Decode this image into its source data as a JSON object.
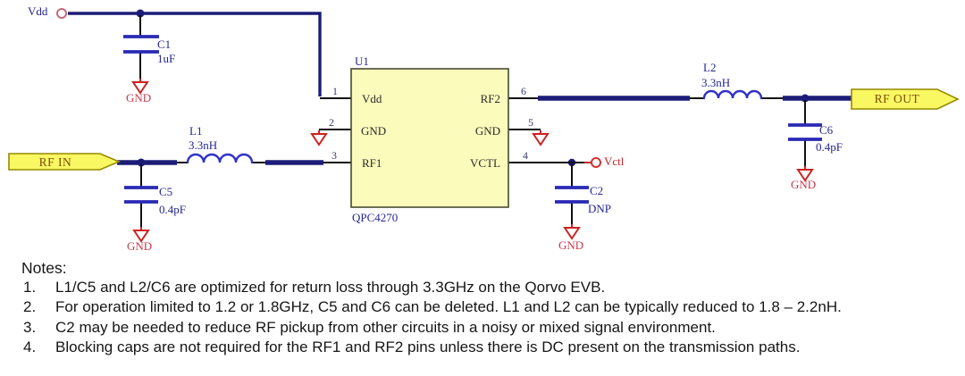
{
  "schematic": {
    "vdd_label": "Vdd",
    "gnd_label": "GND",
    "vctl_label": "Vctl",
    "ports": {
      "rf_in": "RF IN",
      "rf_out": "RF OUT"
    },
    "u1": {
      "ref": "U1",
      "part": "QPC4270",
      "pins": {
        "p1": {
          "num": "1",
          "name": "Vdd"
        },
        "p2": {
          "num": "2",
          "name": "GND"
        },
        "p3": {
          "num": "3",
          "name": "RF1"
        },
        "p4": {
          "num": "4",
          "name": "VCTL"
        },
        "p5": {
          "num": "5",
          "name": "GND"
        },
        "p6": {
          "num": "6",
          "name": "RF2"
        }
      }
    },
    "c1": {
      "ref": "C1",
      "value": "1uF"
    },
    "c5": {
      "ref": "C5",
      "value": "0.4pF"
    },
    "c6": {
      "ref": "C6",
      "value": "0.4pF"
    },
    "c2": {
      "ref": "C2",
      "value": "DNP"
    },
    "l1": {
      "ref": "L1",
      "value": "3.3nH"
    },
    "l2": {
      "ref": "L2",
      "value": "3.3nH"
    }
  },
  "notes": {
    "title": "Notes:",
    "items": [
      {
        "num": "1.",
        "text": "L1/C5 and L2/C6 are optimized for return loss through 3.3GHz on the Qorvo EVB."
      },
      {
        "num": "2.",
        "text": "For operation limited to 1.2 or 1.8GHz, C5 and C6 can be deleted. L1 and L2 can be typically reduced to 1.8 – 2.2nH."
      },
      {
        "num": "3.",
        "text": "C2 may be needed to reduce RF pickup from other circuits in a noisy or mixed signal environment."
      },
      {
        "num": "4.",
        "text": "Blocking caps are not required for the RF1 and RF2 pins unless there is DC present on the transmission paths."
      }
    ]
  },
  "colors": {
    "wire_navy": "#1c1c78",
    "component_blue": "#2a2ab4",
    "coil_blue": "#3232c8",
    "label_blue": "#252595",
    "gnd_red": "#cc2222",
    "gnd_text_red": "#c43b4e",
    "ic_fill": "#fbfbbc",
    "ic_border": "#4a4a30",
    "port_fill": "#f9f862",
    "port_border": "#968a00",
    "port_text": "#7a4e0a",
    "notes_text": "#161616"
  }
}
